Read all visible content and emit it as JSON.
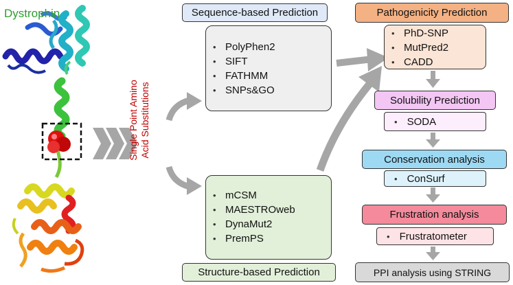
{
  "protein_label": "Dystrophin",
  "substitutions_label_line1": "Single Point Amino",
  "substitutions_label_line2": "Acid Substitutions",
  "sequence": {
    "title": "Sequence-based Prediction",
    "tools": [
      "PolyPhen2",
      "SIFT",
      "FATHMM",
      "SNPs&GO"
    ]
  },
  "structure": {
    "title": "Structure-based Prediction",
    "tools": [
      "mCSM",
      "MAESTROweb",
      "DynaMut2",
      "PremPS"
    ]
  },
  "pathogenicity": {
    "title": "Pathogenicity Prediction",
    "tools": [
      "PhD-SNP",
      "MutPred2",
      "CADD"
    ]
  },
  "solubility": {
    "title": "Solubility Prediction",
    "tool": "SODA"
  },
  "conservation": {
    "title": "Conservation analysis",
    "tool": "ConSurf"
  },
  "frustration": {
    "title": "Frustration analysis",
    "tool": "Frustratometer"
  },
  "ppi": {
    "title": "PPI analysis using STRING"
  },
  "colors": {
    "sequence_title_bg": "#dfe9f7",
    "sequence_box_bg": "#efefef",
    "structure_bg": "#e2f0d9",
    "pathogenicity_title_bg": "#f4b183",
    "pathogenicity_box_bg": "#fbe5d6",
    "solubility_title_bg": "#f3c6f3",
    "solubility_box_bg": "#fdeefd",
    "conservation_title_bg": "#9dd9f3",
    "conservation_box_bg": "#ddf2fb",
    "frustration_title_bg": "#f48a9b",
    "frustration_box_bg": "#fde3e6",
    "ppi_bg": "#d9d9d9",
    "arrow": "#a6a6a6",
    "label_red": "#c00000",
    "protein_label_green": "#2e9e2e"
  }
}
